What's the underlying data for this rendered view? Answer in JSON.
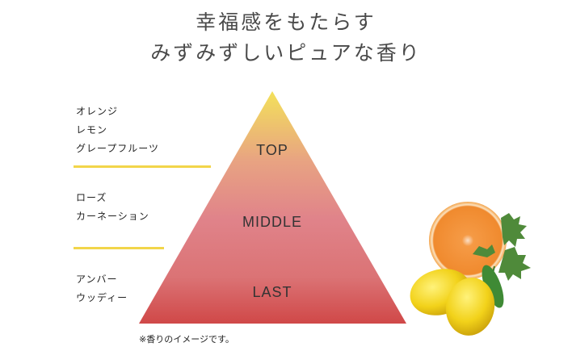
{
  "title": {
    "line1": "幸福感をもたらす",
    "line2": "みずみずしいピュアな香り"
  },
  "notes": {
    "top": [
      "オレンジ",
      "レモン",
      "グレープフルーツ"
    ],
    "middle": [
      "ローズ",
      "カーネーション"
    ],
    "last": [
      "アンバー",
      "ウッディー"
    ]
  },
  "pyramid": {
    "top": "TOP",
    "middle": "MIDDLE",
    "last": "LAST"
  },
  "footnote": "※香りのイメージです。",
  "colors": {
    "top": "#f3e15a",
    "middle": "#e0838a",
    "bottom": "#d04848",
    "divider": "#f2d54a"
  }
}
